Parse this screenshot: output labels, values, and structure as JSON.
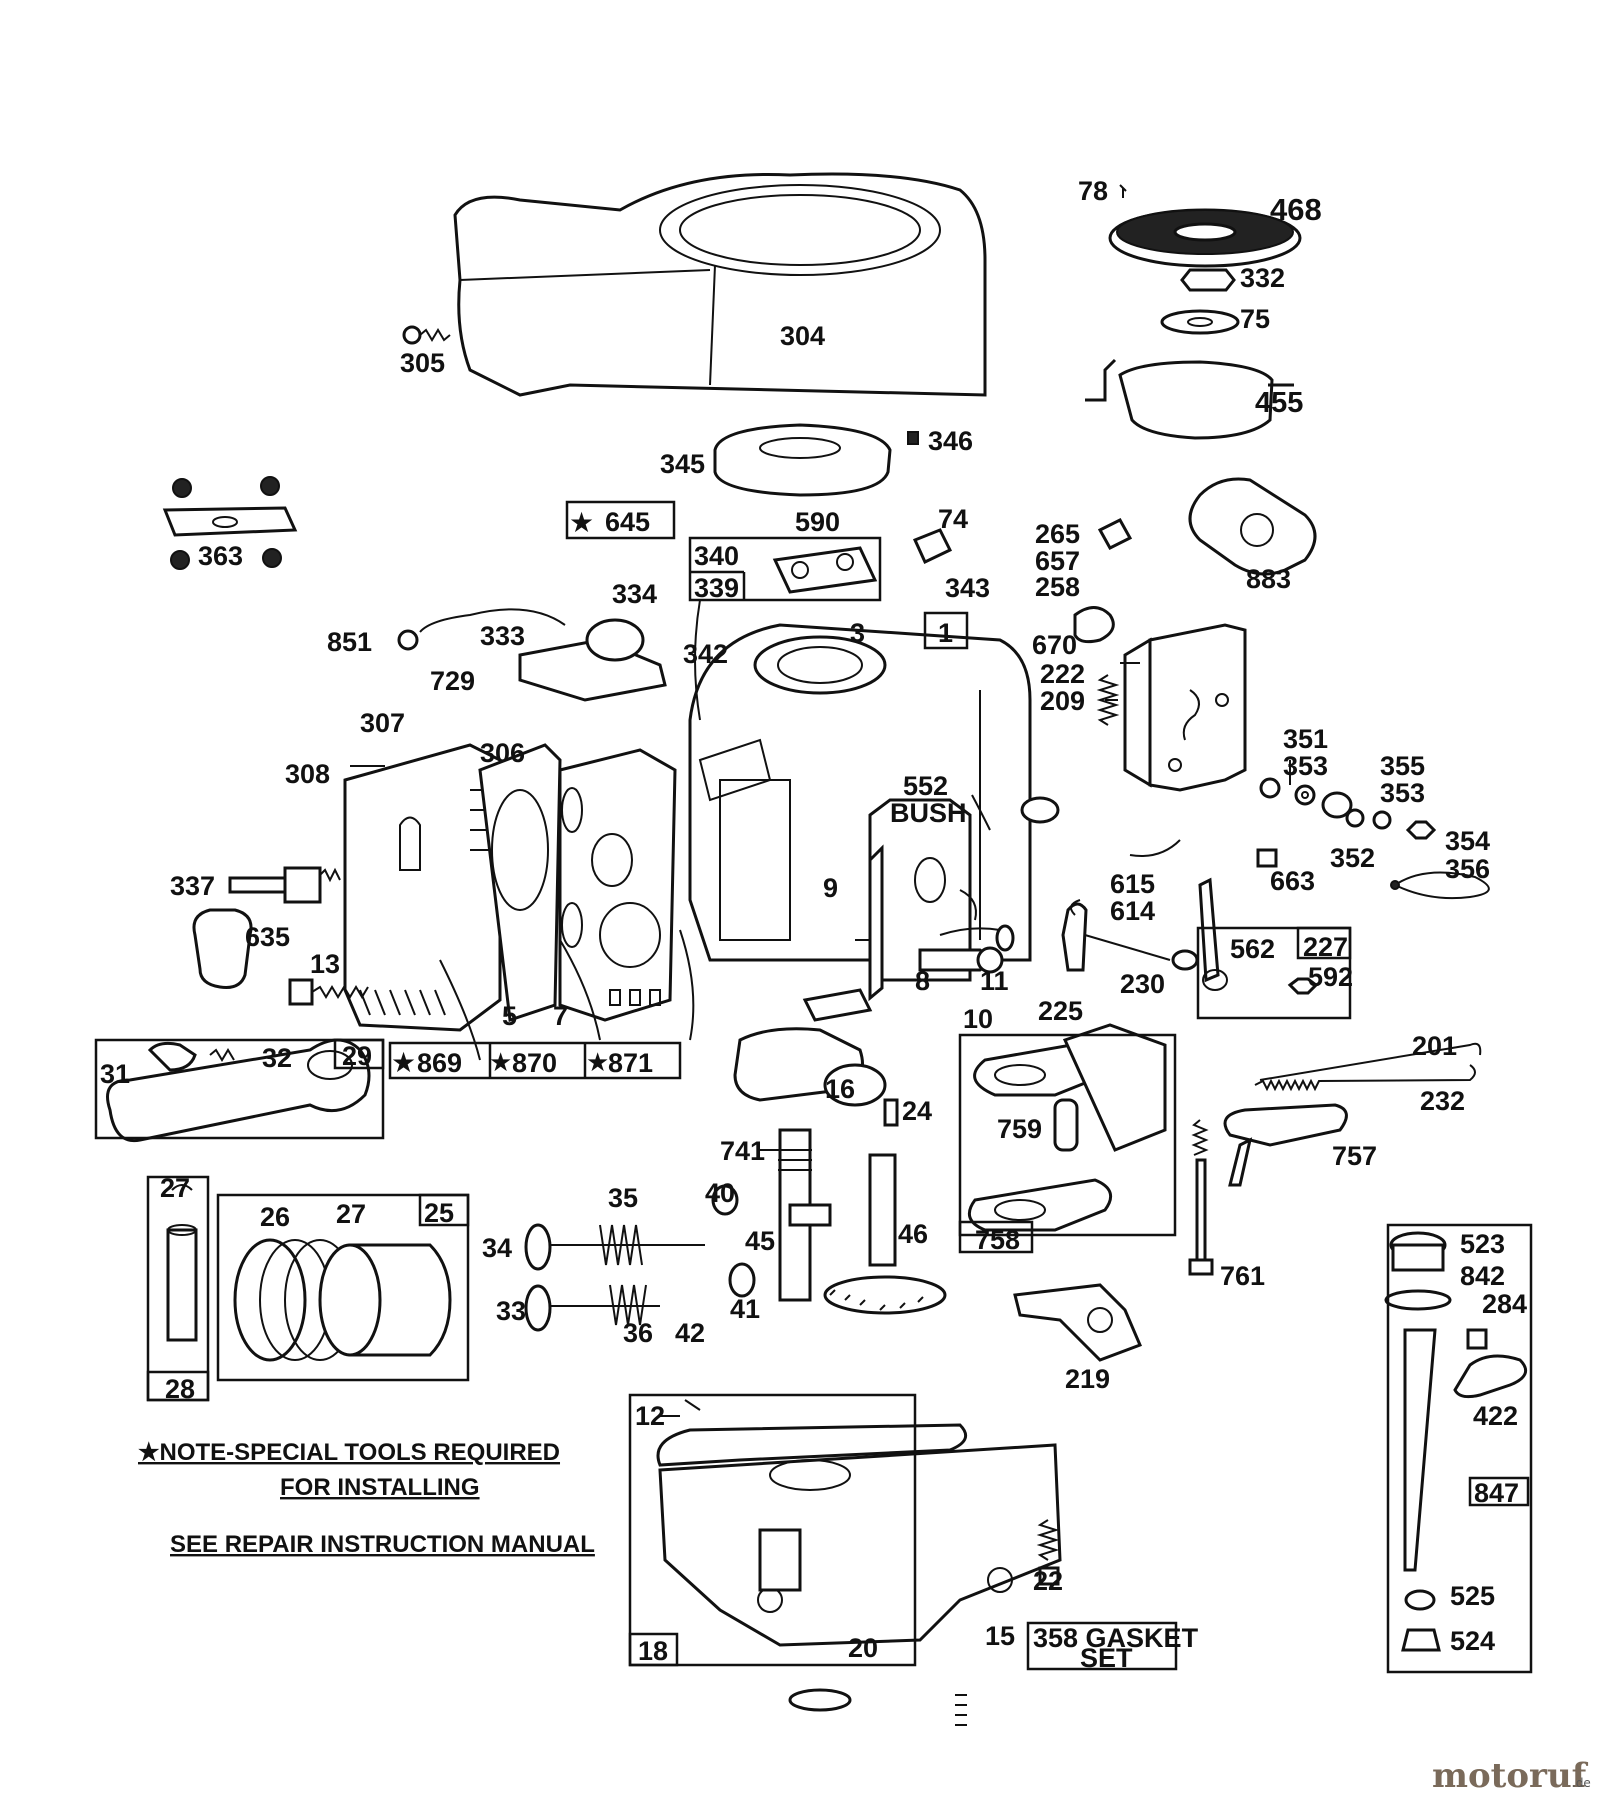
{
  "diagram": {
    "parts": [
      {
        "id": "p304",
        "text": "304"
      },
      {
        "id": "p305",
        "text": "305"
      },
      {
        "id": "p78",
        "text": "78"
      },
      {
        "id": "p468",
        "text": "468"
      },
      {
        "id": "p332",
        "text": "332"
      },
      {
        "id": "p75",
        "text": "75"
      },
      {
        "id": "p455",
        "text": "455"
      },
      {
        "id": "p345",
        "text": "345"
      },
      {
        "id": "p346",
        "text": "346"
      },
      {
        "id": "p363",
        "text": "363"
      },
      {
        "id": "p645",
        "text": "645"
      },
      {
        "id": "p590",
        "text": "590"
      },
      {
        "id": "p74",
        "text": "74"
      },
      {
        "id": "p340",
        "text": "340"
      },
      {
        "id": "p339",
        "text": "339"
      },
      {
        "id": "p343",
        "text": "343"
      },
      {
        "id": "p883",
        "text": "883"
      },
      {
        "id": "p265",
        "text": "265"
      },
      {
        "id": "p657",
        "text": "657"
      },
      {
        "id": "p258",
        "text": "258"
      },
      {
        "id": "p334",
        "text": "334"
      },
      {
        "id": "p851",
        "text": "851"
      },
      {
        "id": "p333",
        "text": "333"
      },
      {
        "id": "p342",
        "text": "342"
      },
      {
        "id": "p3",
        "text": "3"
      },
      {
        "id": "p1",
        "text": "1"
      },
      {
        "id": "p670",
        "text": "670"
      },
      {
        "id": "p222",
        "text": "222"
      },
      {
        "id": "p209",
        "text": "209"
      },
      {
        "id": "p729",
        "text": "729"
      },
      {
        "id": "p307",
        "text": "307"
      },
      {
        "id": "p306",
        "text": "306"
      },
      {
        "id": "p308",
        "text": "308"
      },
      {
        "id": "p552",
        "text": "552"
      },
      {
        "id": "pbush",
        "text": "BUSH"
      },
      {
        "id": "p351",
        "text": "351"
      },
      {
        "id": "p353a",
        "text": "353"
      },
      {
        "id": "p355",
        "text": "355"
      },
      {
        "id": "p353b",
        "text": "353"
      },
      {
        "id": "p352",
        "text": "352"
      },
      {
        "id": "p354",
        "text": "354"
      },
      {
        "id": "p356",
        "text": "356"
      },
      {
        "id": "p663",
        "text": "663"
      },
      {
        "id": "p337",
        "text": "337"
      },
      {
        "id": "p9",
        "text": "9"
      },
      {
        "id": "p615",
        "text": "615"
      },
      {
        "id": "p614",
        "text": "614"
      },
      {
        "id": "p562",
        "text": "562"
      },
      {
        "id": "p227",
        "text": "227"
      },
      {
        "id": "p592",
        "text": "592"
      },
      {
        "id": "p635",
        "text": "635"
      },
      {
        "id": "p13",
        "text": "13"
      },
      {
        "id": "p8",
        "text": "8"
      },
      {
        "id": "p11",
        "text": "11"
      },
      {
        "id": "p230",
        "text": "230"
      },
      {
        "id": "p225",
        "text": "225"
      },
      {
        "id": "p5",
        "text": "5"
      },
      {
        "id": "p7",
        "text": "7"
      },
      {
        "id": "p10",
        "text": "10"
      },
      {
        "id": "p869",
        "text": "869"
      },
      {
        "id": "p870",
        "text": "870"
      },
      {
        "id": "p871",
        "text": "871"
      },
      {
        "id": "p31",
        "text": "31"
      },
      {
        "id": "p32",
        "text": "32"
      },
      {
        "id": "p29",
        "text": "29"
      },
      {
        "id": "p16",
        "text": "16"
      },
      {
        "id": "p24",
        "text": "24"
      },
      {
        "id": "p759",
        "text": "759"
      },
      {
        "id": "p201",
        "text": "201"
      },
      {
        "id": "p232",
        "text": "232"
      },
      {
        "id": "p741",
        "text": "741"
      },
      {
        "id": "p757",
        "text": "757"
      },
      {
        "id": "p27a",
        "text": "27"
      },
      {
        "id": "p26",
        "text": "26"
      },
      {
        "id": "p27b",
        "text": "27"
      },
      {
        "id": "p25",
        "text": "25"
      },
      {
        "id": "p35",
        "text": "35"
      },
      {
        "id": "p40",
        "text": "40"
      },
      {
        "id": "p758",
        "text": "758"
      },
      {
        "id": "p34",
        "text": "34"
      },
      {
        "id": "p45",
        "text": "45"
      },
      {
        "id": "p46",
        "text": "46"
      },
      {
        "id": "p523",
        "text": "523"
      },
      {
        "id": "p761",
        "text": "761"
      },
      {
        "id": "p842",
        "text": "842"
      },
      {
        "id": "p33",
        "text": "33"
      },
      {
        "id": "p41",
        "text": "41"
      },
      {
        "id": "p284",
        "text": "284"
      },
      {
        "id": "p36",
        "text": "36"
      },
      {
        "id": "p42",
        "text": "42"
      },
      {
        "id": "p219",
        "text": "219"
      },
      {
        "id": "p28",
        "text": "28"
      },
      {
        "id": "p12",
        "text": "12"
      },
      {
        "id": "p422",
        "text": "422"
      },
      {
        "id": "p847",
        "text": "847"
      },
      {
        "id": "p22",
        "text": "22"
      },
      {
        "id": "p525",
        "text": "525"
      },
      {
        "id": "p15",
        "text": "15"
      },
      {
        "id": "p358",
        "text": "358 GASKET"
      },
      {
        "id": "pset",
        "text": "SET"
      },
      {
        "id": "p18",
        "text": "18"
      },
      {
        "id": "p20",
        "text": "20"
      },
      {
        "id": "p524",
        "text": "524"
      }
    ],
    "notes": {
      "line1": "★NOTE-SPECIAL TOOLS REQUIRED",
      "line2": "FOR INSTALLING",
      "line3": "SEE REPAIR INSTRUCTION MANUAL"
    },
    "watermark": {
      "main": "motoruf",
      "suffix": ".de"
    }
  }
}
